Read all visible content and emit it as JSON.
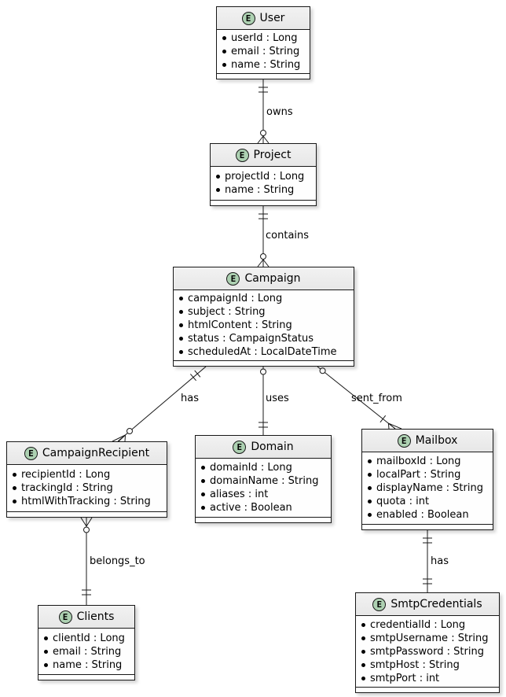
{
  "diagram": {
    "type": "entity-relationship",
    "colors": {
      "stereotype_bg": "#ADD1B2",
      "border": "#181818",
      "header_bg": "#EEEEEE",
      "body_bg": "#FEFEFE"
    },
    "entities": [
      {
        "name": "User",
        "stereotype": "E",
        "attributes": [
          "userId : Long",
          "email : String",
          "name : String"
        ]
      },
      {
        "name": "Project",
        "stereotype": "E",
        "attributes": [
          "projectId : Long",
          "name : String"
        ]
      },
      {
        "name": "Campaign",
        "stereotype": "E",
        "attributes": [
          "campaignId : Long",
          "subject : String",
          "htmlContent : String",
          "status : CampaignStatus",
          "scheduledAt : LocalDateTime"
        ]
      },
      {
        "name": "CampaignRecipient",
        "stereotype": "E",
        "attributes": [
          "recipientId : Long",
          "trackingId : String",
          "htmlWithTracking : String"
        ]
      },
      {
        "name": "Domain",
        "stereotype": "E",
        "attributes": [
          "domainId : Long",
          "domainName : String",
          "aliases : int",
          "active : Boolean"
        ]
      },
      {
        "name": "Mailbox",
        "stereotype": "E",
        "attributes": [
          "mailboxId : Long",
          "localPart : String",
          "displayName : String",
          "quota : int",
          "enabled : Boolean"
        ]
      },
      {
        "name": "Clients",
        "stereotype": "E",
        "attributes": [
          "clientId : Long",
          "email : String",
          "name : String"
        ]
      },
      {
        "name": "SmtpCredentials",
        "stereotype": "E",
        "attributes": [
          "credentialId : Long",
          "smtpUsername : String",
          "smtpPassword : String",
          "smtpHost : String",
          "smtpPort : int"
        ]
      }
    ],
    "edges": [
      {
        "from": "User",
        "to": "Project",
        "label": "owns",
        "source_marker": "exactly-one-double-tick",
        "target_marker": "zero-or-many-circle-crowfoot"
      },
      {
        "from": "Project",
        "to": "Campaign",
        "label": "contains",
        "source_marker": "exactly-one-double-tick",
        "target_marker": "zero-or-many-circle-crowfoot"
      },
      {
        "from": "Campaign",
        "to": "CampaignRecipient",
        "label": "has",
        "source_marker": "exactly-one-double-tick",
        "target_marker": "zero-or-many-circle-crowfoot"
      },
      {
        "from": "Campaign",
        "to": "Domain",
        "label": "uses",
        "source_marker": "zero-or-one-circle",
        "target_marker": "exactly-one-double-tick"
      },
      {
        "from": "Campaign",
        "to": "Mailbox",
        "label": "sent_from",
        "source_marker": "zero-or-one-circle",
        "target_marker": "one-or-many-tick-crowfoot"
      },
      {
        "from": "CampaignRecipient",
        "to": "Clients",
        "label": "belongs_to",
        "source_marker": "zero-or-many-circle-crowfoot",
        "target_marker": "exactly-one-double-tick"
      },
      {
        "from": "Mailbox",
        "to": "SmtpCredentials",
        "label": "has",
        "source_marker": "exactly-one-double-tick",
        "target_marker": "exactly-one-double-tick"
      }
    ]
  }
}
